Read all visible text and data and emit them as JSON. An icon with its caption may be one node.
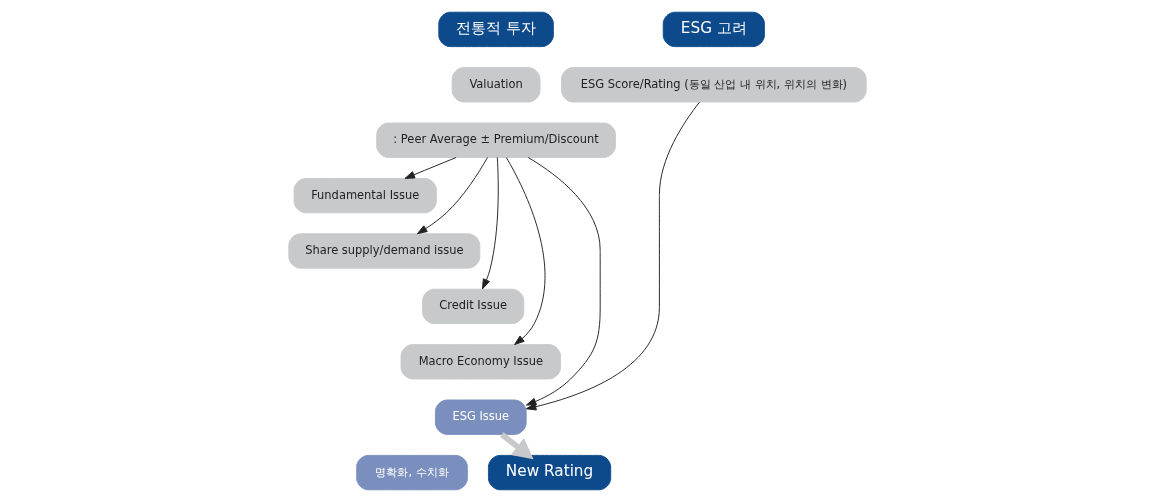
{
  "diagram": {
    "nodes": [
      {
        "text": [
          "전통적 투자"
        ]
      },
      {
        "text": [
          "ESG 고려"
        ]
      },
      {
        "text": [
          "Valuation"
        ]
      },
      {
        "text": [
          ": Peer Average ± Premium/Discount"
        ]
      },
      {
        "text": [
          "Fundamental Issue"
        ]
      },
      {
        "text": [
          "Share supply/demand issue"
        ]
      },
      {
        "text": [
          "Credit Issue"
        ]
      },
      {
        "text": [
          "Macro Economy Issue"
        ]
      },
      {
        "text": [
          "ESG Issue"
        ]
      },
      {
        "text": [
          "ESG Score/Rating (동일 산업 내 위치, 위치의 변화)"
        ]
      },
      {
        "text": [
          "명확화, 수치화"
        ]
      },
      {
        "text": [
          "New Rating"
        ]
      }
    ],
    "edges": [
      {
        "from": 3,
        "to": 4,
        "arrow": "to"
      },
      {
        "from": 3,
        "to": 5,
        "arrow": "to"
      },
      {
        "from": 3,
        "to": 6,
        "arrow": "to"
      },
      {
        "from": 3,
        "to": 7,
        "arrow": "to"
      },
      {
        "from": 3,
        "to": 8,
        "arrow": "to"
      },
      {
        "from": 9,
        "to": 8,
        "arrow": "to"
      },
      {
        "from": 8,
        "to": 11,
        "arrow": "to",
        "style": "thick",
        "color": "#c8c9cb"
      }
    ]
  }
}
